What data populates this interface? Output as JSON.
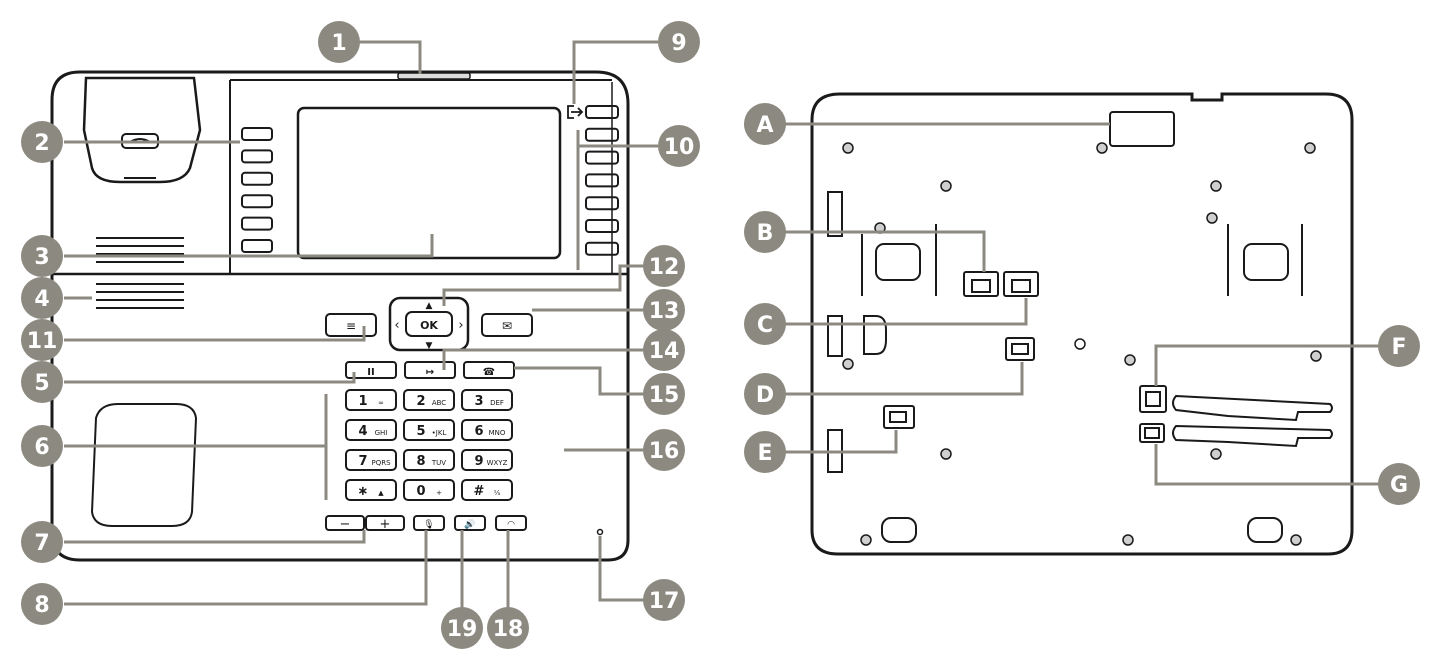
{
  "front_callouts": [
    "1",
    "2",
    "3",
    "4",
    "5",
    "6",
    "7",
    "8",
    "9",
    "10",
    "11",
    "12",
    "13",
    "14",
    "15",
    "16",
    "17",
    "18",
    "19"
  ],
  "back_callouts": [
    "A",
    "B",
    "C",
    "D",
    "E",
    "F",
    "G"
  ],
  "keypad": [
    {
      "digit": "1",
      "sub": "∞"
    },
    {
      "digit": "2",
      "sub": "ABC"
    },
    {
      "digit": "3",
      "sub": "DEF"
    },
    {
      "digit": "4",
      "sub": "GHI"
    },
    {
      "digit": "5",
      "sub": "•JKL"
    },
    {
      "digit": "6",
      "sub": "MNO"
    },
    {
      "digit": "7",
      "sub": "PQRS"
    },
    {
      "digit": "8",
      "sub": "TUV"
    },
    {
      "digit": "9",
      "sub": "WXYZ"
    },
    {
      "digit": "∗",
      "sub": "▲"
    },
    {
      "digit": "0",
      "sub": "+"
    },
    {
      "digit": "#",
      "sub": "¹⁄ₐ"
    }
  ],
  "nav": {
    "ok_label": "OK"
  },
  "volume": {
    "minus": "−",
    "plus": "+"
  },
  "colors": {
    "badge": "#8c8a80",
    "outline": "#1a1a1a",
    "leader": "#8c8a80",
    "accent_grey": "#dcdcdc"
  },
  "icons": {
    "handset": "handset-icon",
    "menu": "menu-icon",
    "message": "envelope-icon",
    "hold": "pause-icon",
    "transfer": "transfer-icon",
    "conference": "conference-icon",
    "mute": "mute-icon",
    "speaker": "speaker-icon",
    "headset": "headset-icon",
    "logout": "logout-icon"
  }
}
